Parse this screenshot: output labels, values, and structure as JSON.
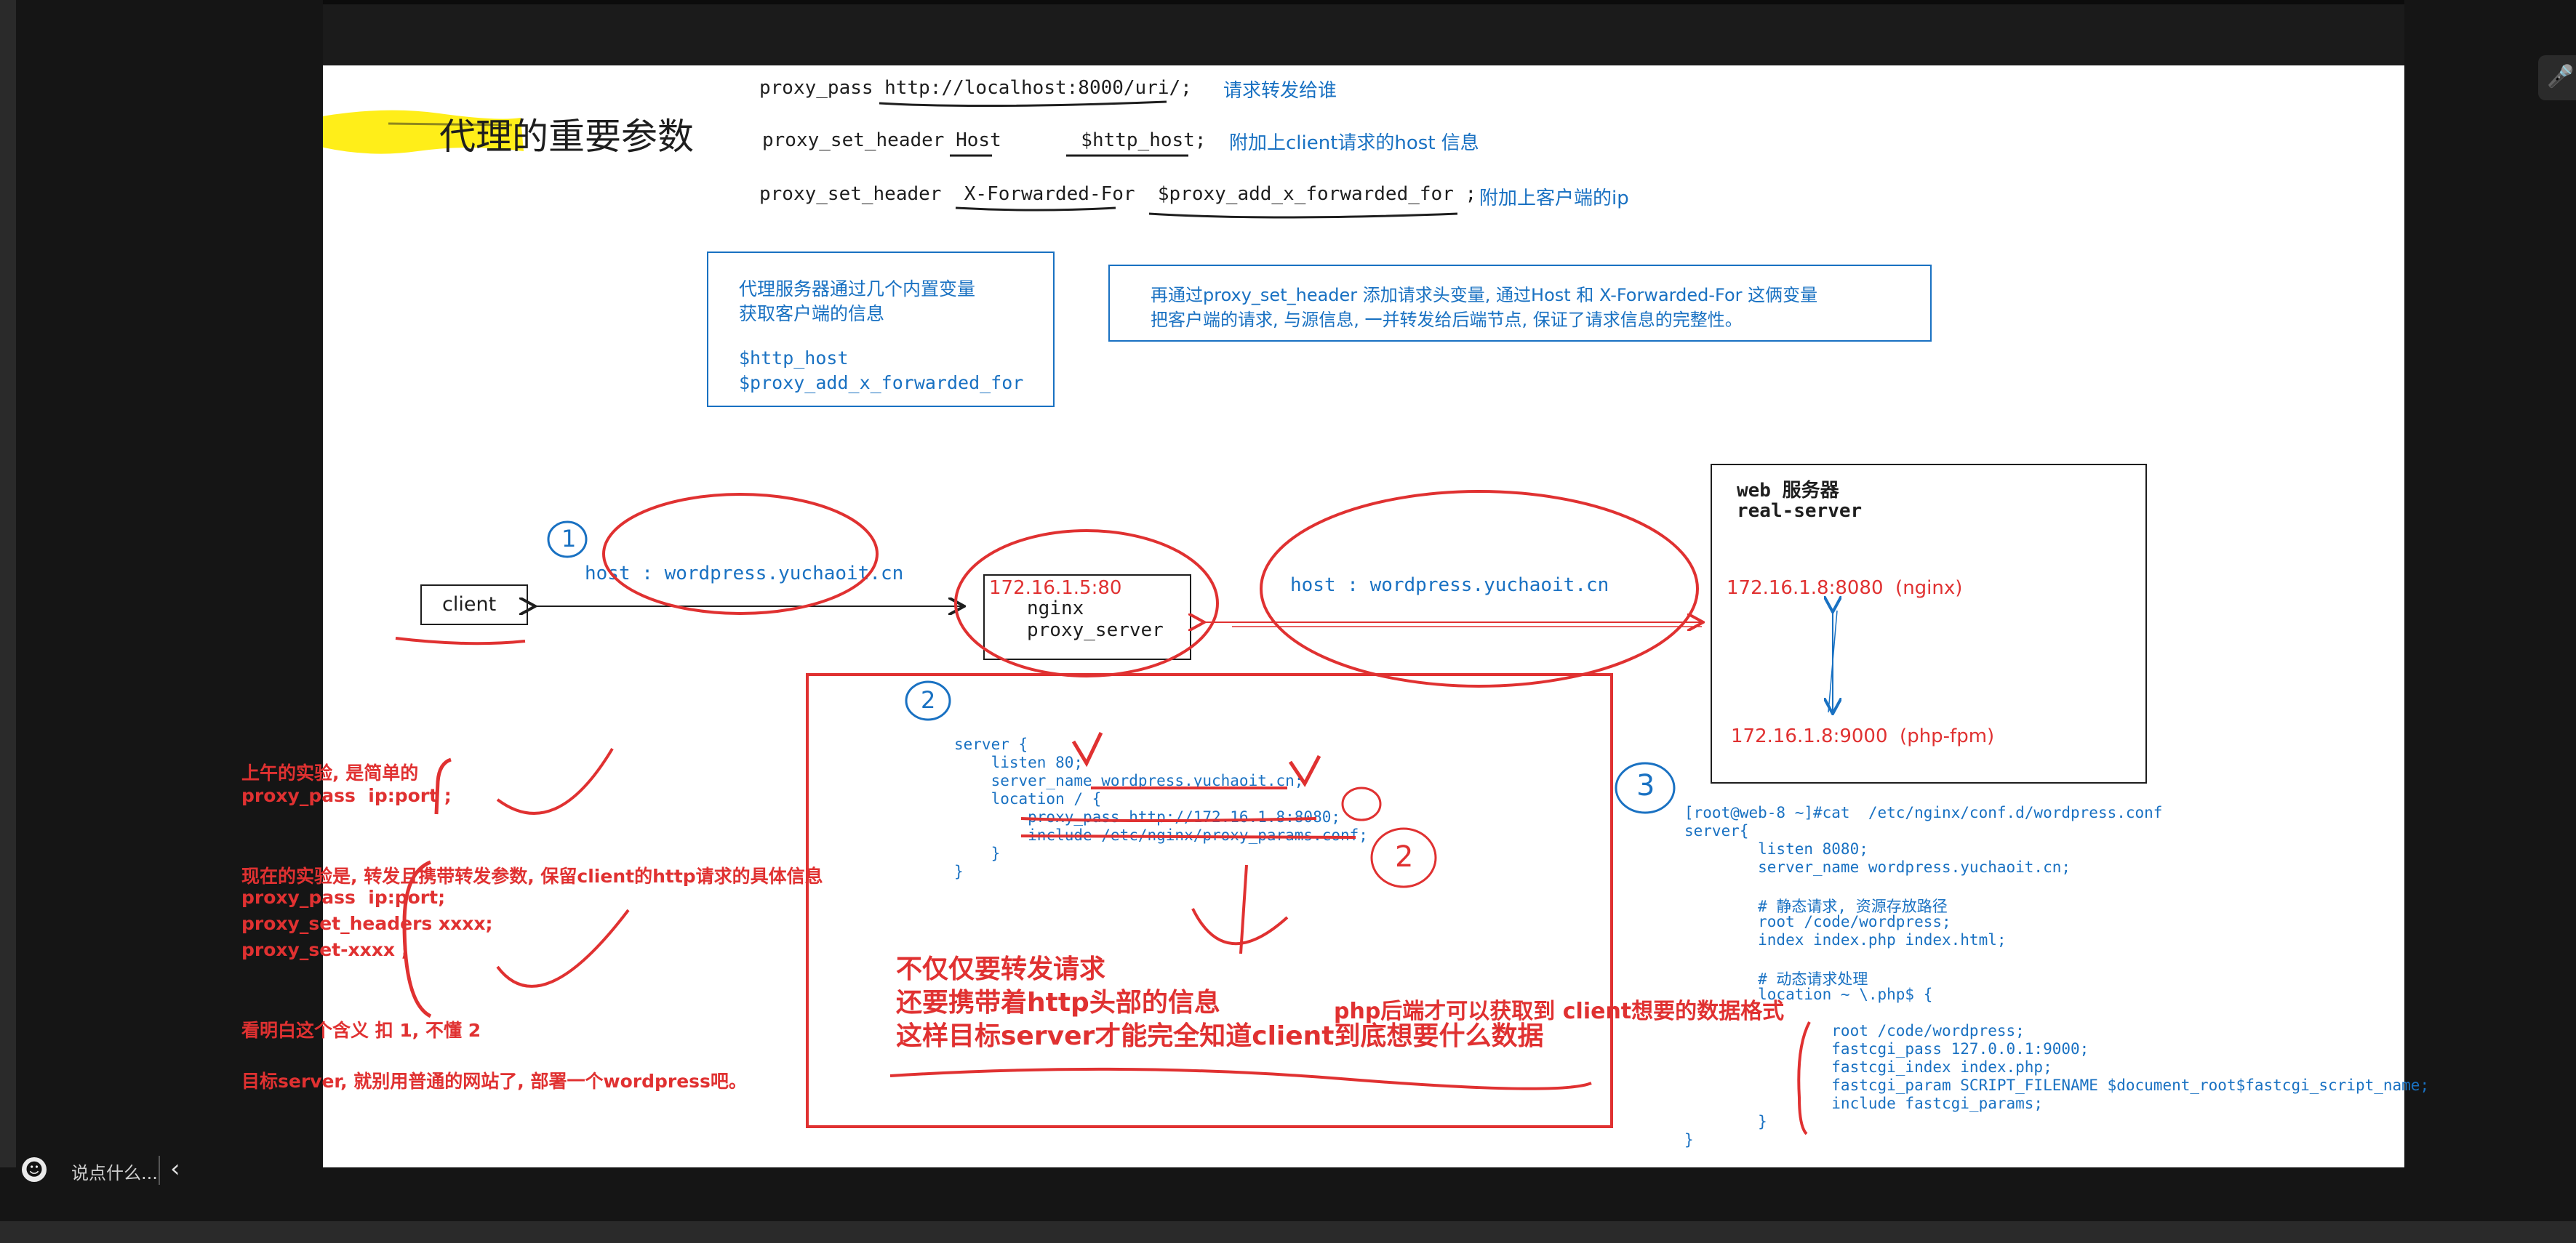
{
  "title": "代理的重要参数",
  "params": {
    "line1": {
      "cmd": "proxy_pass http://localhost:8000/uri/;",
      "note": "请求转发给谁"
    },
    "line2": {
      "cmd": "proxy_set_header Host       $http_host;",
      "note": "附加上client请求的host 信息"
    },
    "line3": {
      "cmd": "proxy_set_header  X-Forwarded-For  $proxy_add_x_forwarded_for ;",
      "note": "附加上客户端的ip"
    }
  },
  "note_box1": [
    "代理服务器通过几个内置变量",
    "获取客户端的信息",
    "",
    "$http_host",
    "$proxy_add_x_forwarded_for"
  ],
  "note_box2": [
    "再通过proxy_set_header 添加请求头变量, 通过Host 和 X-Forwarded-For 这俩变量",
    "把客户端的请求, 与源信息, 一并转发给后端节点, 保证了请求信息的完整性。"
  ],
  "diagram": {
    "client": "client",
    "host1": "host : wordpress.yuchaoit.cn",
    "proxy_ip": "172.16.1.5:80",
    "proxy_name1": "nginx",
    "proxy_name2": "proxy_server",
    "host2": "host : wordpress.yuchaoit.cn",
    "web_title1": "web 服务器",
    "web_title2": "real-server",
    "web_nginx": "172.16.1.8:8080  (nginx)",
    "web_php": "172.16.1.8:9000  (php-fpm)"
  },
  "server_conf": [
    "server {",
    "    listen 80;",
    "    server_name wordpress.yuchaoit.cn;",
    "    location / {",
    "        proxy_pass http://172.16.1.8:8080;",
    "        include /etc/nginx/proxy_params.conf;",
    "    }",
    "}"
  ],
  "web_conf": [
    "[root@web-8 ~]#cat  /etc/nginx/conf.d/wordpress.conf",
    "server{",
    "        listen 8080;",
    "        server_name wordpress.yuchaoit.cn;",
    "",
    "        # 静态请求, 资源存放路径",
    "        root /code/wordpress;",
    "        index index.php index.html;",
    "",
    "        # 动态请求处理",
    "        location ~ \\.php$ {",
    "",
    "                root /code/wordpress;",
    "                fastcgi_pass 127.0.0.1:9000;",
    "                fastcgi_index index.php;",
    "                fastcgi_param SCRIPT_FILENAME $document_root$fastcgi_script_name;",
    "                include fastcgi_params;",
    "        }",
    "}"
  ],
  "red_notes": {
    "morning": [
      "上午的实验, 是简单的",
      "proxy_pass  ip:port ;"
    ],
    "now": [
      "现在的实验是, 转发且携带转发参数, 保留client的http请求的具体信息",
      "proxy_pass  ip:port;",
      "proxy_set_headers xxxx;",
      "proxy_set-xxxx ;"
    ],
    "understand": "看明白这个含义 扣 1, 不懂 2",
    "target": "目标server, 就别用普通的网站了, 部署一个wordpress吧。",
    "big": [
      "不仅仅要转发请求",
      "还要携带着http头部的信息",
      "这样目标server才能完全知道client到底想要什么数据"
    ],
    "php": "php后端才可以获取到 client想要的数据格式",
    "num1": "1",
    "num2a": "2",
    "num2b": "2",
    "num3": "3"
  },
  "chat": {
    "placeholder": "说点什么...",
    "emoji": "☻",
    "collapse": "‹"
  },
  "mic": "🎤",
  "colors": {
    "red": "#e03131",
    "blue": "#1971c2",
    "highlight": "#ffec00"
  }
}
